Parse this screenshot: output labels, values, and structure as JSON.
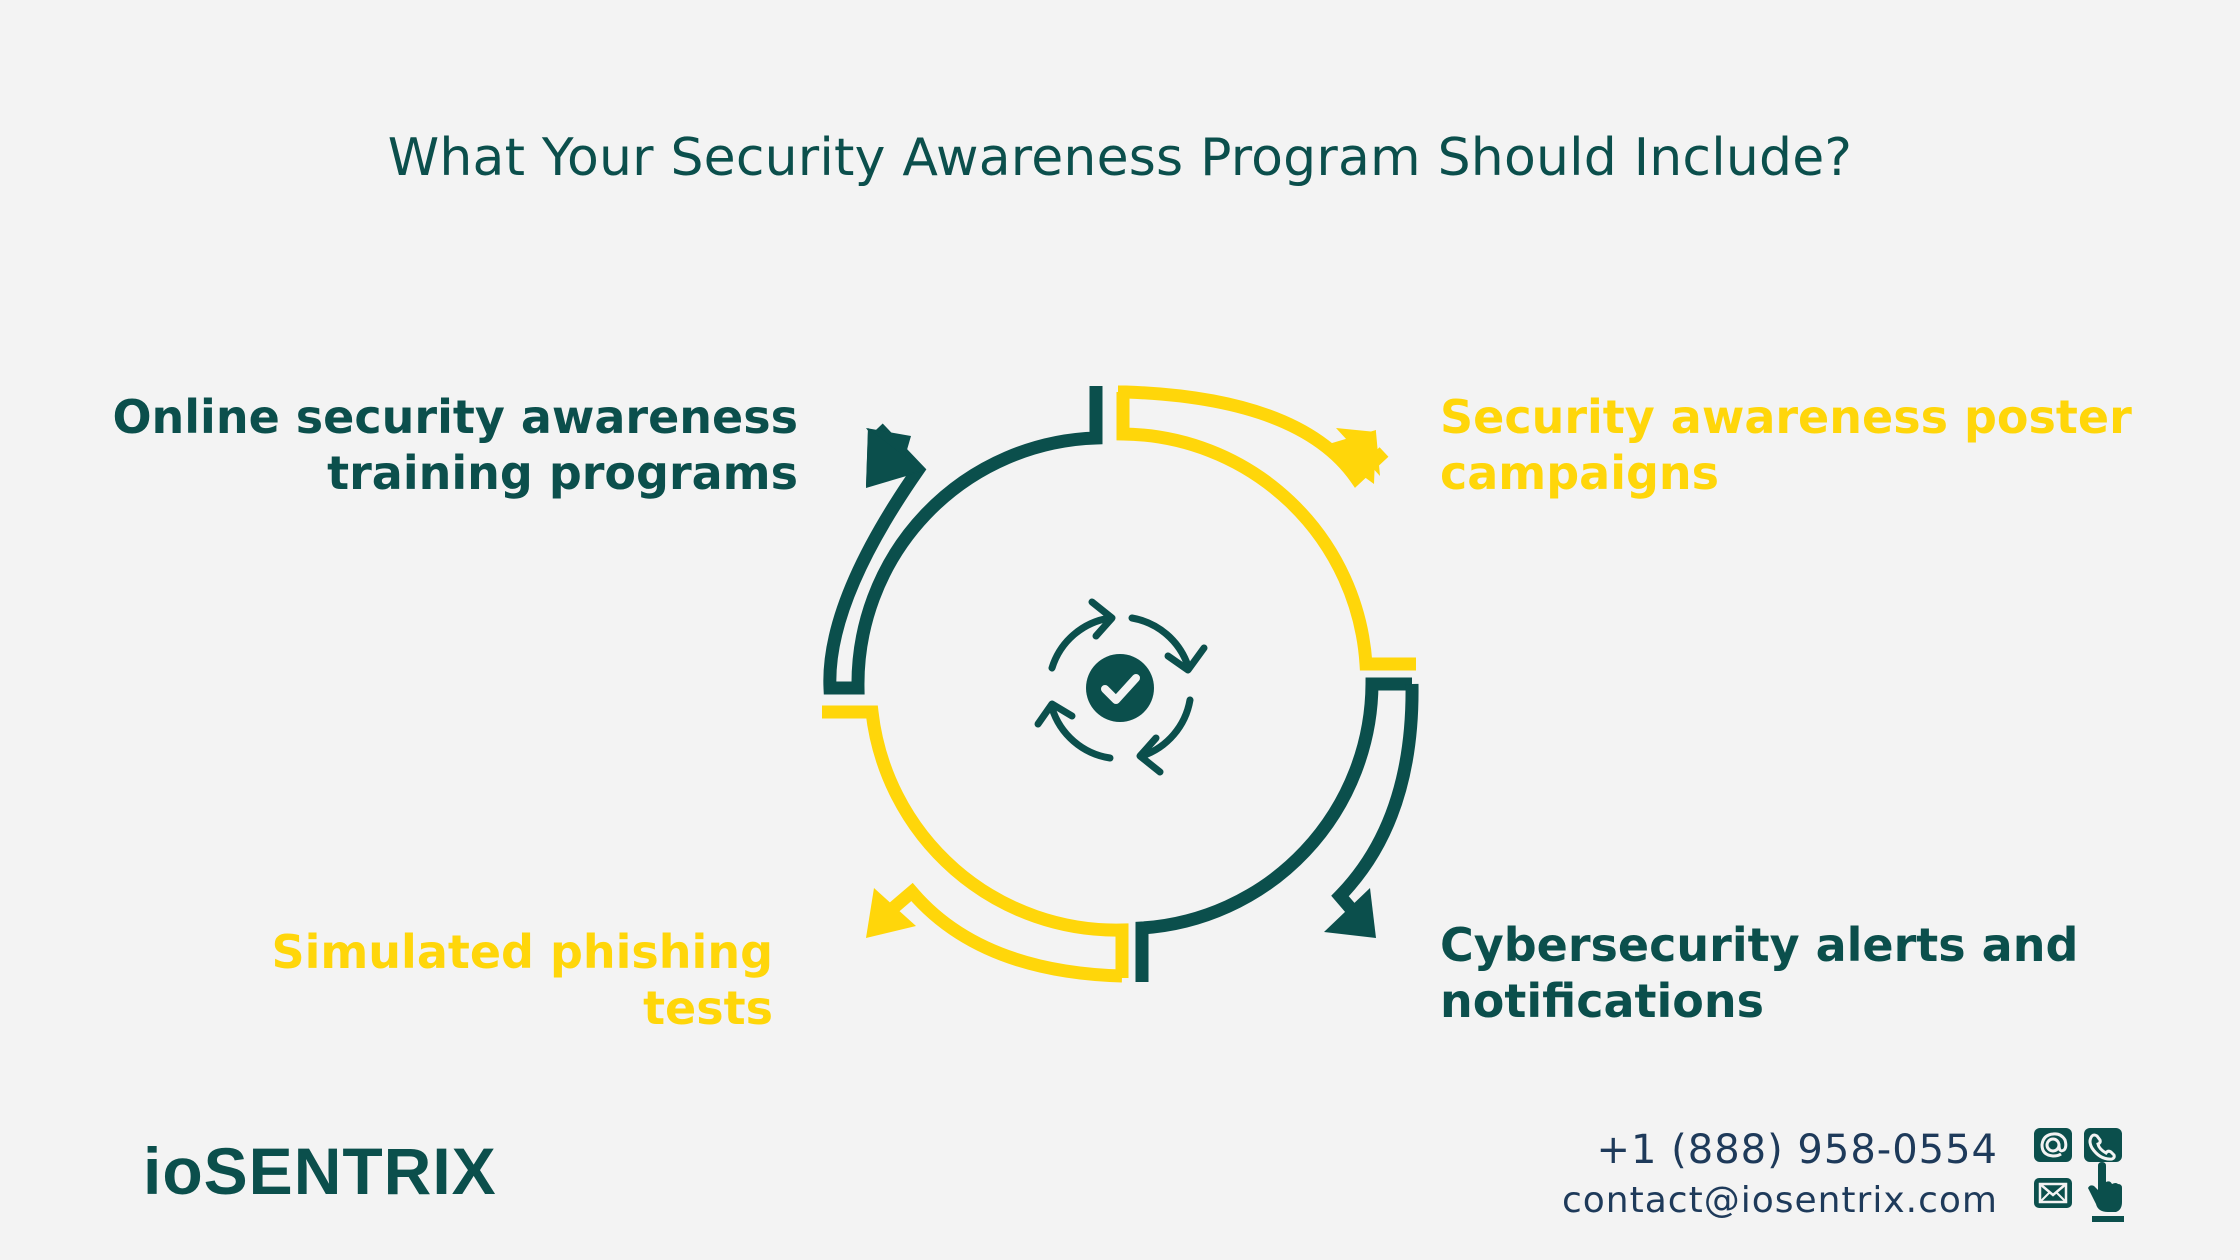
{
  "title": "What Your Security Awareness Program Should Include?",
  "items": [
    {
      "lines": [
        "Online security awareness",
        "training programs"
      ],
      "color": "#0b4f4c"
    },
    {
      "lines": [
        "Security awareness poster",
        "campaigns"
      ],
      "color": "#ffd60a"
    },
    {
      "lines": [
        "Simulated phishing",
        "tests"
      ],
      "color": "#ffd60a"
    },
    {
      "lines": [
        "Cybersecurity alerts and",
        "notifications"
      ],
      "color": "#0b4f4c"
    }
  ],
  "center_icon": "cycle-check-icon",
  "colors": {
    "teal": "#0b4f4c",
    "yellow": "#ffd60a",
    "background": "#f3f3f3",
    "contact_text": "#1e3a5a"
  },
  "footer": {
    "brand": "ioSENTRIX",
    "phone": "+1 (888) 958-0554",
    "email": "contact@iosentrix.com",
    "icons": [
      "at-icon",
      "phone-icon",
      "mail-icon",
      "pointer-hand-icon"
    ]
  }
}
